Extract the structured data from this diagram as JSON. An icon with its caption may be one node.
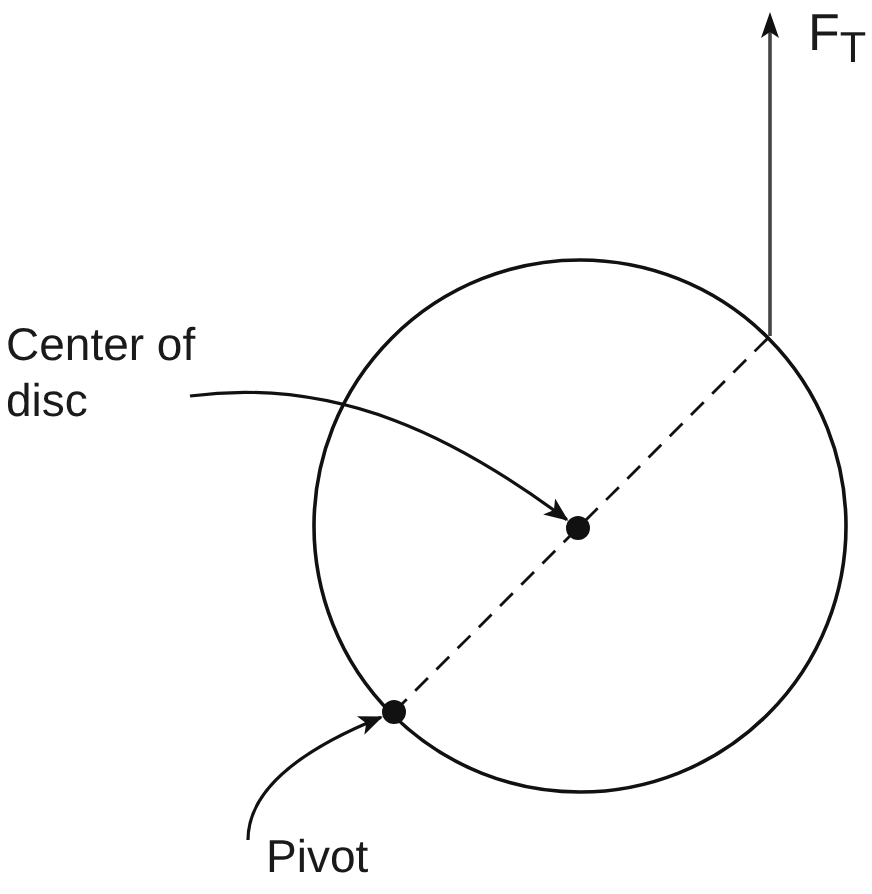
{
  "diagram": {
    "nodes": [
      {
        "text": [
          "Center of disc"
        ]
      },
      {
        "text": [],
        "shape": "circle"
      },
      {
        "text": [
          "Pivot"
        ]
      },
      {
        "text": [],
        "shape": "circle"
      }
    ],
    "edges": [
      {
        "from": 0,
        "to": 1,
        "arrow": "to"
      },
      {
        "from": 2,
        "to": 3,
        "arrow": "to"
      }
    ],
    "labels": [
      "F$_{T}$"
    ]
  }
}
